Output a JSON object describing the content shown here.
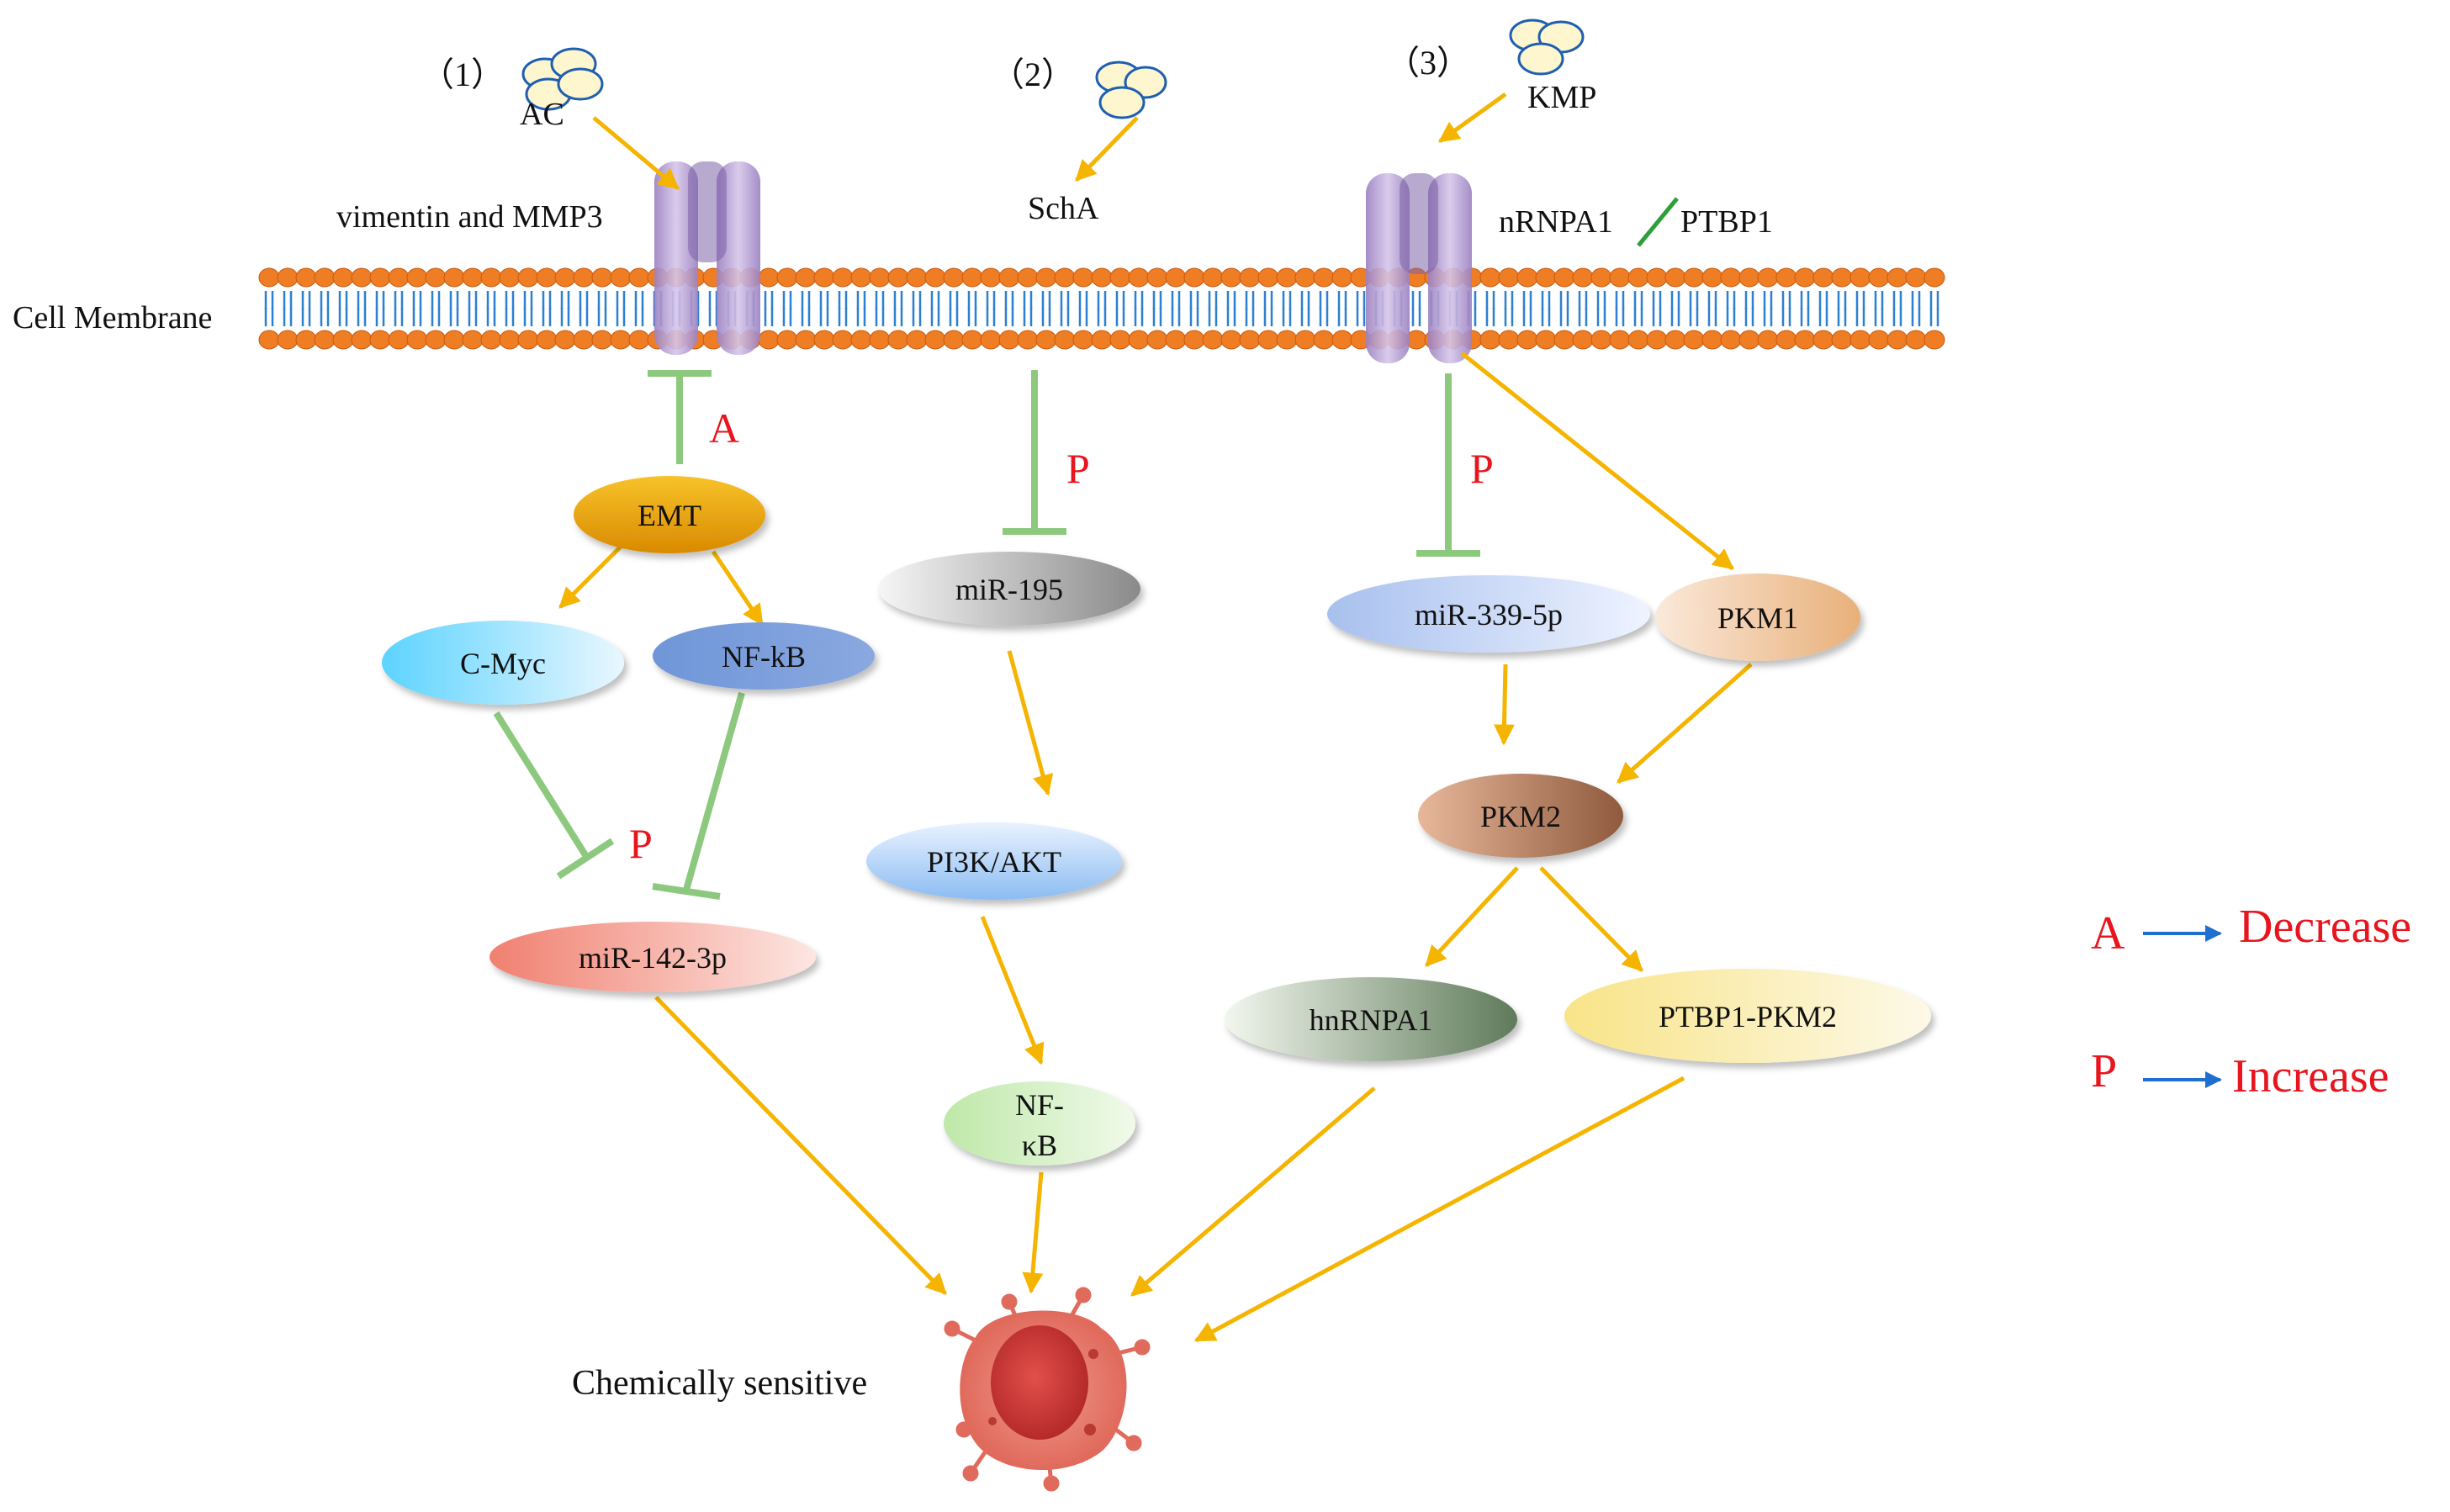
{
  "pathways": {
    "p1": {
      "number": "（1）",
      "drug": "AC",
      "receptor": "vimentin and MMP3"
    },
    "p2": {
      "number": "（2）",
      "drug": "SchA"
    },
    "p3": {
      "number": "（3）",
      "drug": "KMP",
      "receptor_a": "nRNPA1",
      "receptor_b": "PTBP1"
    }
  },
  "membrane_label": "Cell Membrane",
  "effects": {
    "a": "A",
    "p": "P"
  },
  "nodes": {
    "emt": "EMT",
    "cmyc": "C-Myc",
    "nfkb1": "NF-kB",
    "mir142": "miR-142-3p",
    "mir195": "miR-195",
    "pi3k": "PI3K/AKT",
    "nfkb2_line1": "NF-",
    "nfkb2_line2": "κB",
    "mir339": "miR-339-5p",
    "pkm1": "PKM1",
    "pkm2": "PKM2",
    "hnrnpa1": "hnRNPA1",
    "ptbp1pkm2": "PTBP1-PKM2"
  },
  "outcome": "Chemically sensitive",
  "legend": [
    {
      "key": "A",
      "meaning": "Decrease"
    },
    {
      "key": "P",
      "meaning": "Increase"
    }
  ],
  "colors": {
    "activation_arrow": "#f5b400",
    "inhibition_line": "#8cc97e",
    "effect_text": "#e8141e",
    "legend_arrow": "#1f6fd1",
    "membrane_head": "#ef7d24",
    "membrane_tail": "#2d7fd0",
    "receptor": "#b69cd0"
  }
}
